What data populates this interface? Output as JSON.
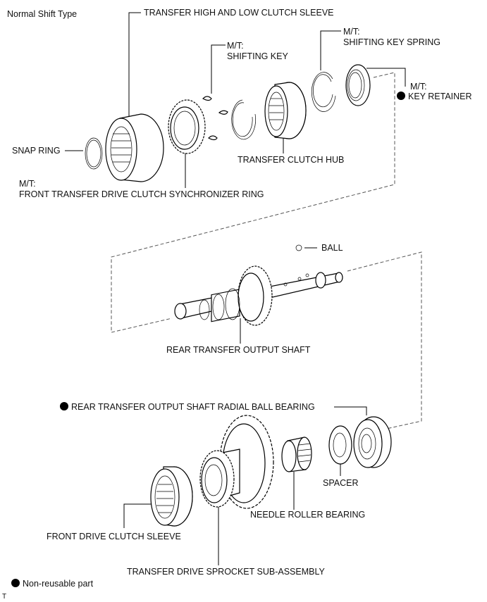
{
  "title": "Normal Shift Type",
  "legend": {
    "symbol": "filled-circle",
    "text": "Non-reusable part"
  },
  "footer_mark": "T",
  "labels": {
    "high_low_sleeve": "TRANSFER HIGH AND LOW CLUTCH SLEEVE",
    "shifting_key_prefix": "M/T:",
    "shifting_key": "SHIFTING KEY",
    "key_spring_prefix": "M/T:",
    "key_spring": "SHIFTING KEY SPRING",
    "key_retainer_prefix": "M/T:",
    "key_retainer": "KEY RETAINER",
    "snap_ring": "SNAP RING",
    "clutch_hub": "TRANSFER CLUTCH HUB",
    "sync_ring_prefix": "M/T:",
    "sync_ring": "FRONT TRANSFER DRIVE CLUTCH SYNCHRONIZER RING",
    "ball": "BALL",
    "output_shaft": "REAR TRANSFER OUTPUT SHAFT",
    "radial_bearing": "REAR TRANSFER OUTPUT SHAFT RADIAL BALL BEARING",
    "spacer": "SPACER",
    "needle_bearing": "NEEDLE ROLLER BEARING",
    "front_sleeve": "FRONT DRIVE CLUTCH SLEEVE",
    "sprocket": "TRANSFER DRIVE SPROCKET SUB-ASSEMBLY"
  },
  "non_reusable": [
    "key_retainer",
    "radial_bearing"
  ]
}
